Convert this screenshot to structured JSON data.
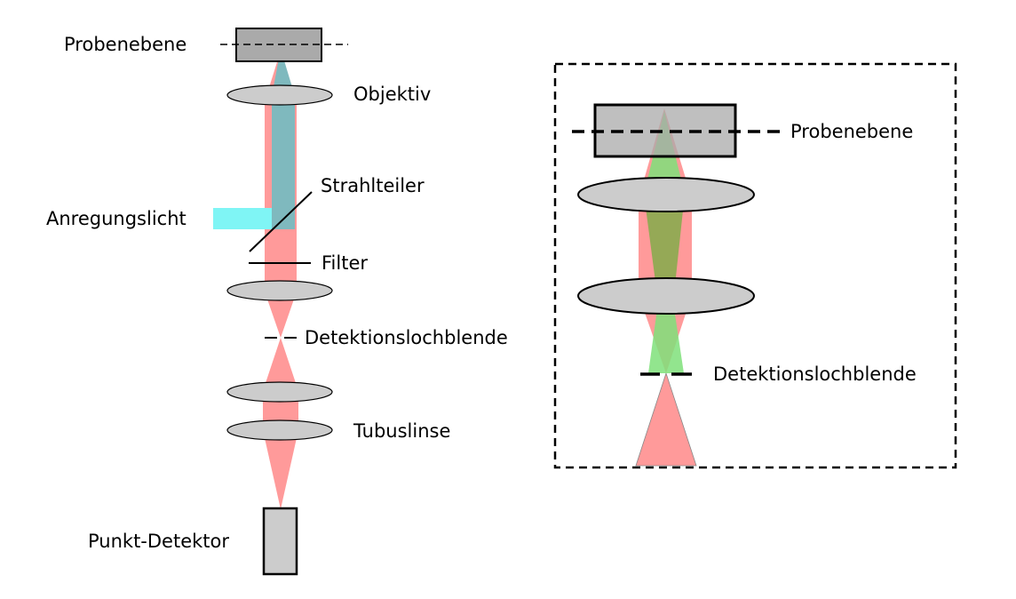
{
  "labels": {
    "probenebene": "Probenebene",
    "objektiv": "Objektiv",
    "strahlteiler": "Strahlteiler",
    "anregungslicht": "Anregungslicht",
    "filter": "Filter",
    "detektionslochblende": "Detektionslochblende",
    "tubuslinse": "Tubuslinse",
    "punkt_detektor": "Punkt-Detektor",
    "inset_probenebene": "Probenebene",
    "inset_detektionslochblende": "Detektionslochblende"
  },
  "colors": {
    "emission_beam": "#ff9a9a",
    "excitation_beam": "#7ff5f5",
    "excitation_overlap": "#7fb9be",
    "out_of_focus_beam": "#7fe07a",
    "overlap_green": "#8aab4f",
    "sample": "#aaaaaa",
    "lens": "#cccccc",
    "detector": "#cccccc"
  }
}
